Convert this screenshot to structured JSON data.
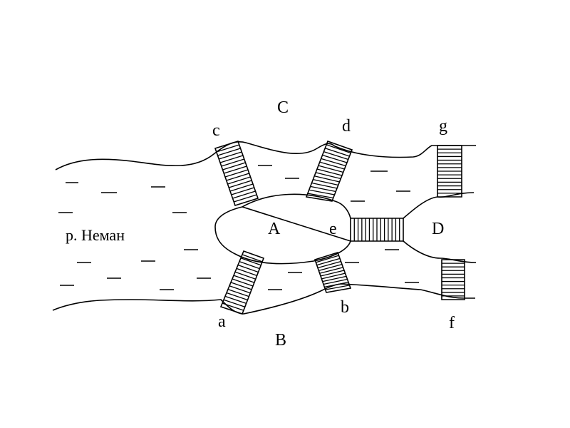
{
  "diagram": {
    "river_label": "р. Неман",
    "land_labels": {
      "A": "A",
      "B": "B",
      "C": "C",
      "D": "D"
    },
    "bridge_labels": {
      "a": "a",
      "b": "b",
      "c": "c",
      "d": "d",
      "e": "e",
      "f": "f",
      "g": "g"
    }
  }
}
